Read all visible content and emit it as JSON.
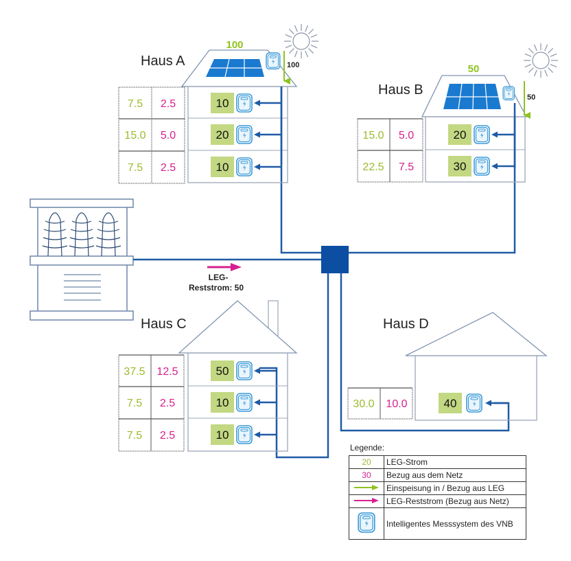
{
  "colors": {
    "leg_green": "#9bbb2e",
    "grid_pink": "#d6208f",
    "line_blue": "#1f5aa6",
    "hub_blue": "#0b4ea2",
    "panel_blue": "#1a7ad0",
    "meter_blue": "#3c9ad8",
    "box_green": "#c2d882",
    "outline_gray": "#7f93b0"
  },
  "houses": {
    "A": {
      "title": "Haus A",
      "pv_production": "100",
      "feed_in": "100",
      "units": [
        {
          "consumption": "10",
          "leg": "7.5",
          "grid": "2.5"
        },
        {
          "consumption": "20",
          "leg": "15.0",
          "grid": "5.0"
        },
        {
          "consumption": "10",
          "leg": "7.5",
          "grid": "2.5"
        }
      ]
    },
    "B": {
      "title": "Haus B",
      "pv_production": "50",
      "feed_in": "50",
      "units": [
        {
          "consumption": "20",
          "leg": "15.0",
          "grid": "5.0"
        },
        {
          "consumption": "30",
          "leg": "22.5",
          "grid": "7.5"
        }
      ]
    },
    "C": {
      "title": "Haus C",
      "units": [
        {
          "consumption": "50",
          "leg": "37.5",
          "grid": "12.5"
        },
        {
          "consumption": "10",
          "leg": "7.5",
          "grid": "2.5"
        },
        {
          "consumption": "10",
          "leg": "7.5",
          "grid": "2.5"
        }
      ]
    },
    "D": {
      "title": "Haus D",
      "units": [
        {
          "consumption": "40",
          "leg": "30.0",
          "grid": "10.0"
        }
      ]
    }
  },
  "grid_flow": {
    "label_line1": "LEG-",
    "label_line2": "Reststrom: 50"
  },
  "legend": {
    "title": "Legende:",
    "rows": [
      {
        "symbol": "20",
        "symbol_type": "green-number",
        "label": "LEG-Strom"
      },
      {
        "symbol": "30",
        "symbol_type": "pink-number",
        "label": "Bezug aus dem Netz"
      },
      {
        "symbol": "green-arrow-icon",
        "symbol_type": "green-arrow",
        "label": "Einspeisung in / Bezug aus LEG"
      },
      {
        "symbol": "pink-arrow-icon",
        "symbol_type": "pink-arrow",
        "label": "LEG-Reststrom (Bezug aus Netz)"
      },
      {
        "symbol": "smart-meter-icon",
        "symbol_type": "meter",
        "label": "Intelligentes Messsystem des VNB"
      }
    ]
  },
  "icons": {
    "sun": "sun-icon",
    "solar_panel": "solar-panel-icon",
    "smart_meter": "smart-meter-icon",
    "transformer": "transformer-icon",
    "hub": "grid-connection-hub"
  }
}
